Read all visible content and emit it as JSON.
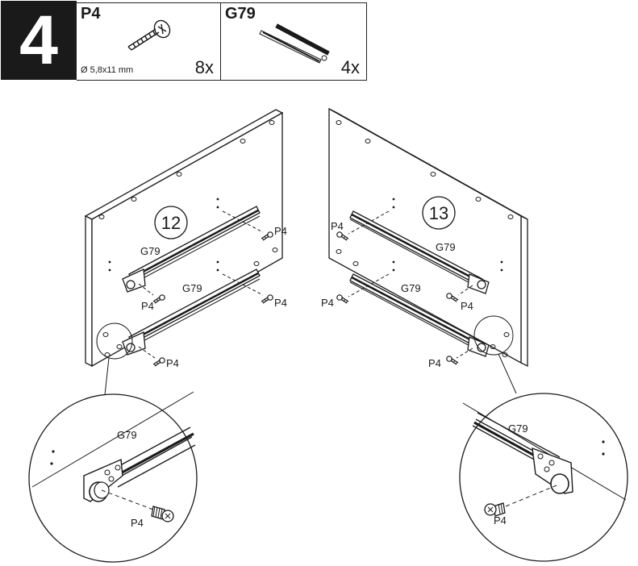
{
  "step": {
    "number": "4"
  },
  "parts": [
    {
      "code": "P4",
      "dimension": "Ø 5,8x11 mm",
      "quantity": "8x",
      "icon": "screw-icon"
    },
    {
      "code": "G79",
      "quantity": "4x",
      "icon": "drawer-slide-icon"
    }
  ],
  "panels": {
    "left": {
      "number": "12",
      "labels": {
        "slide_top": "G79",
        "slide_bottom": "G79",
        "screw_top": "P4",
        "screw_mid": "P4",
        "screw_right": "P4",
        "screw_bottom": "P4"
      }
    },
    "right": {
      "number": "13",
      "labels": {
        "slide_top": "G79",
        "slide_bottom": "G79",
        "screw_top": "P4",
        "screw_mid": "P4",
        "screw_right": "P4",
        "screw_bottom": "P4"
      }
    }
  },
  "details": {
    "left": {
      "slide_label": "G79",
      "screw_label": "P4"
    },
    "right": {
      "slide_label": "G79",
      "screw_label": "P4"
    }
  }
}
